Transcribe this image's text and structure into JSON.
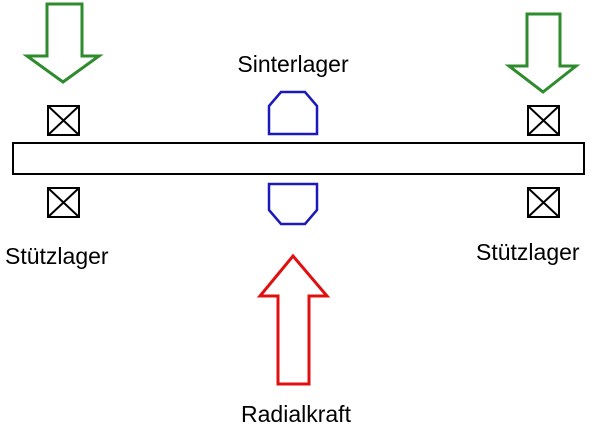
{
  "labels": {
    "sinterlager": "Sinterlager",
    "stuetzlager_left": "Stützlager",
    "stuetzlager_right": "Stützlager",
    "radialkraft": "Radialkraft"
  },
  "colors": {
    "support_arrow": "#2e8b2e",
    "radial_arrow": "#e01010",
    "sinter_bearing": "#1a1ab8",
    "outline": "#000000",
    "background": "#ffffff"
  }
}
